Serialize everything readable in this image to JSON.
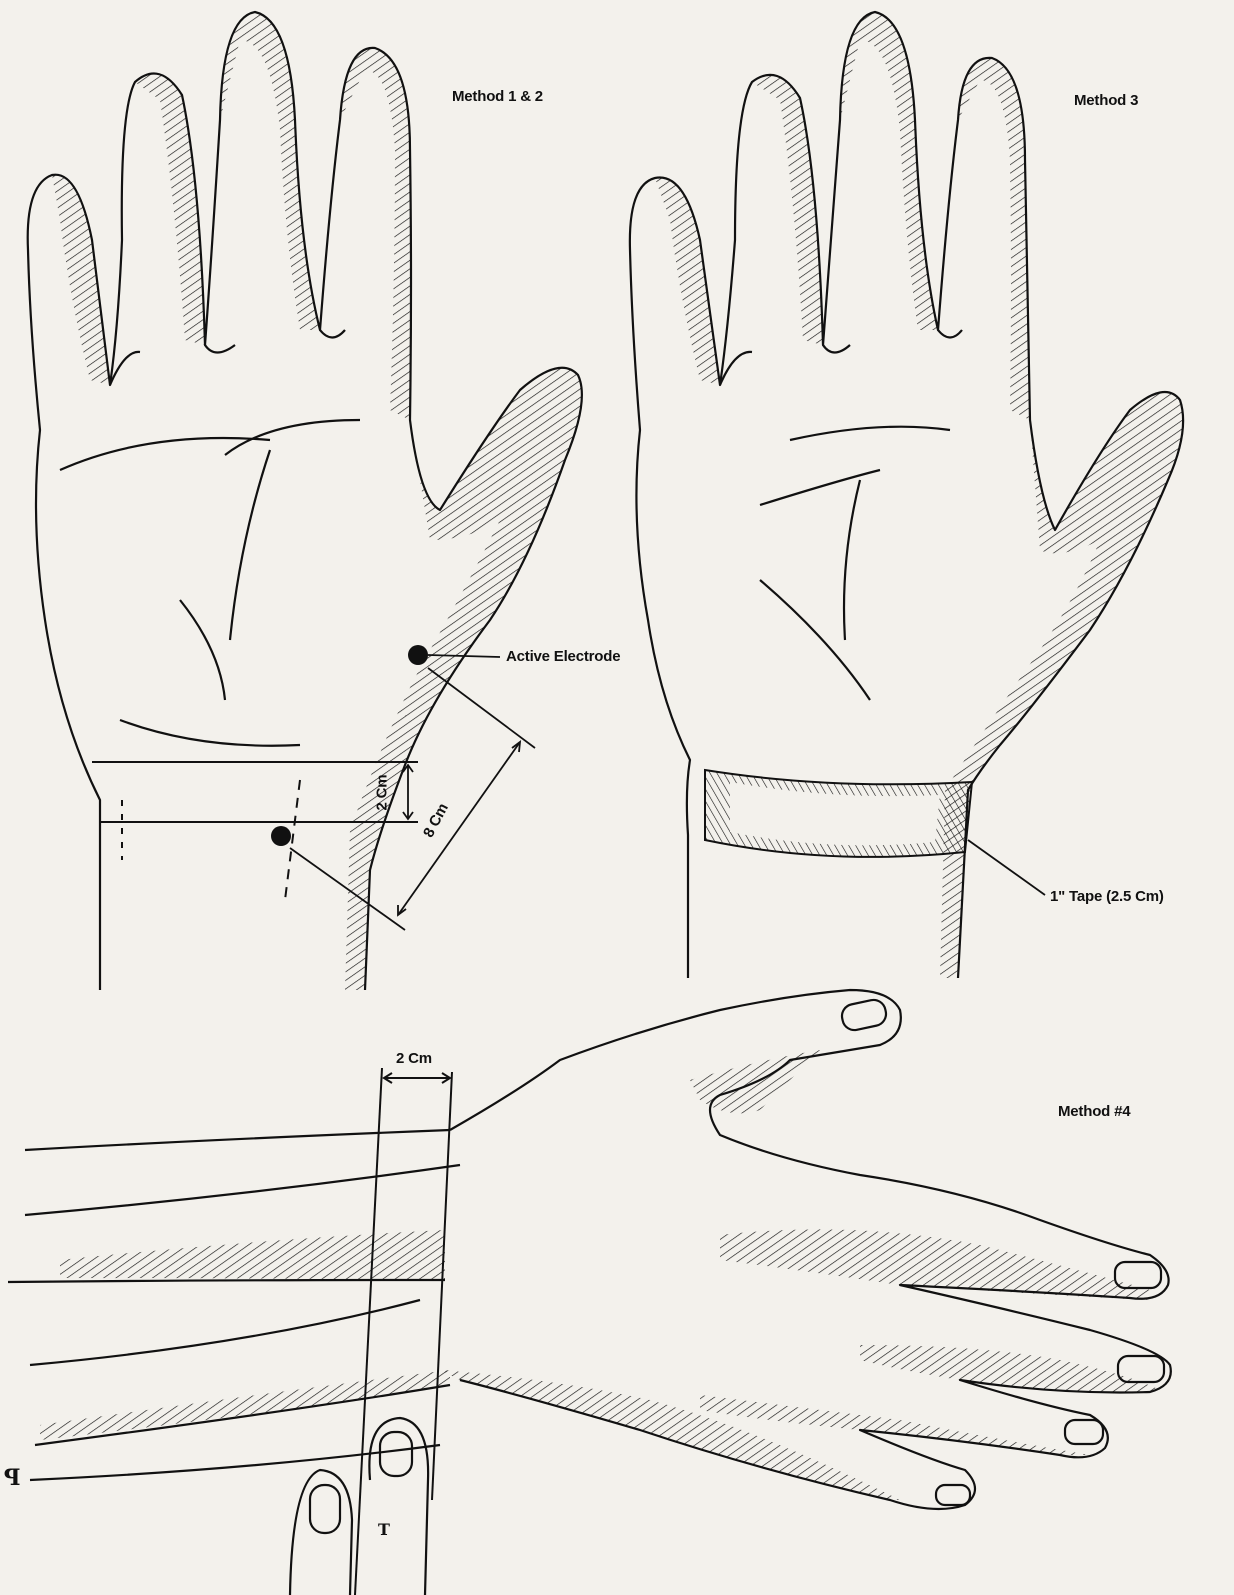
{
  "labels": {
    "method_1_2": "Method 1 & 2",
    "method_3": "Method 3",
    "method_4": "Method #4",
    "active_electrode": "Active Electrode",
    "dist_2cm_vertical": "2 Cm",
    "dist_8cm": "8 Cm",
    "tape": "1\" Tape (2.5 Cm)",
    "dist_2cm_top": "2 Cm"
  },
  "colors": {
    "ink": "#111111",
    "paper": "#f3f1ec"
  }
}
